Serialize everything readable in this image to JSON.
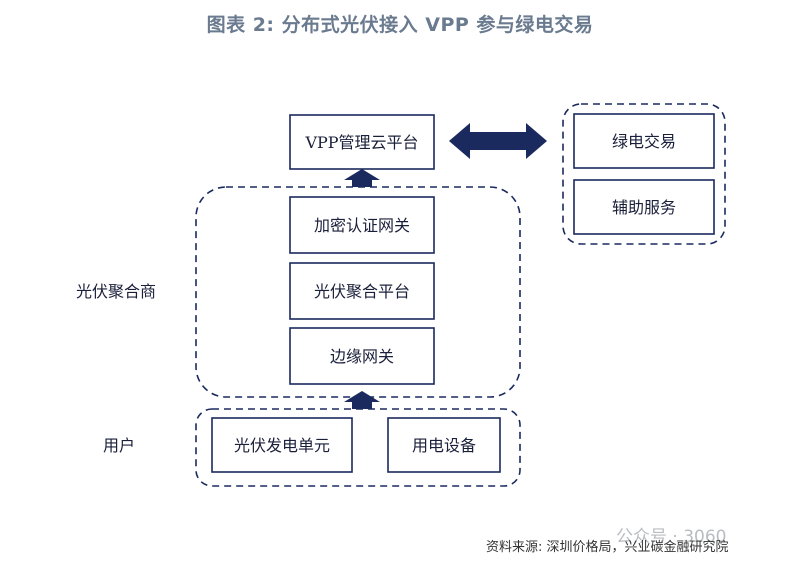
{
  "title": "图表 2:  分布式光伏接入 VPP 参与绿电交易",
  "nodes": {
    "vpp_cloud": "VPP管理云平台",
    "encrypt_gateway": "加密认证网关",
    "pv_platform": "光伏聚合平台",
    "edge_gateway": "边缘网关",
    "pv_unit": "光伏发电单元",
    "consumer_device": "用电设备",
    "green_trade": "绿电交易",
    "aux_service": "辅助服务"
  },
  "groups": {
    "aggregator_label": "光伏聚合商",
    "user_label": "用户"
  },
  "source": "资料来源:  深圳价格局，兴业碳金融研究院",
  "watermark": "公众号 · 3060",
  "colors": {
    "box_border": "#1a2a5e",
    "arrow": "#1a2a5e",
    "title": "#6a7a8f"
  }
}
